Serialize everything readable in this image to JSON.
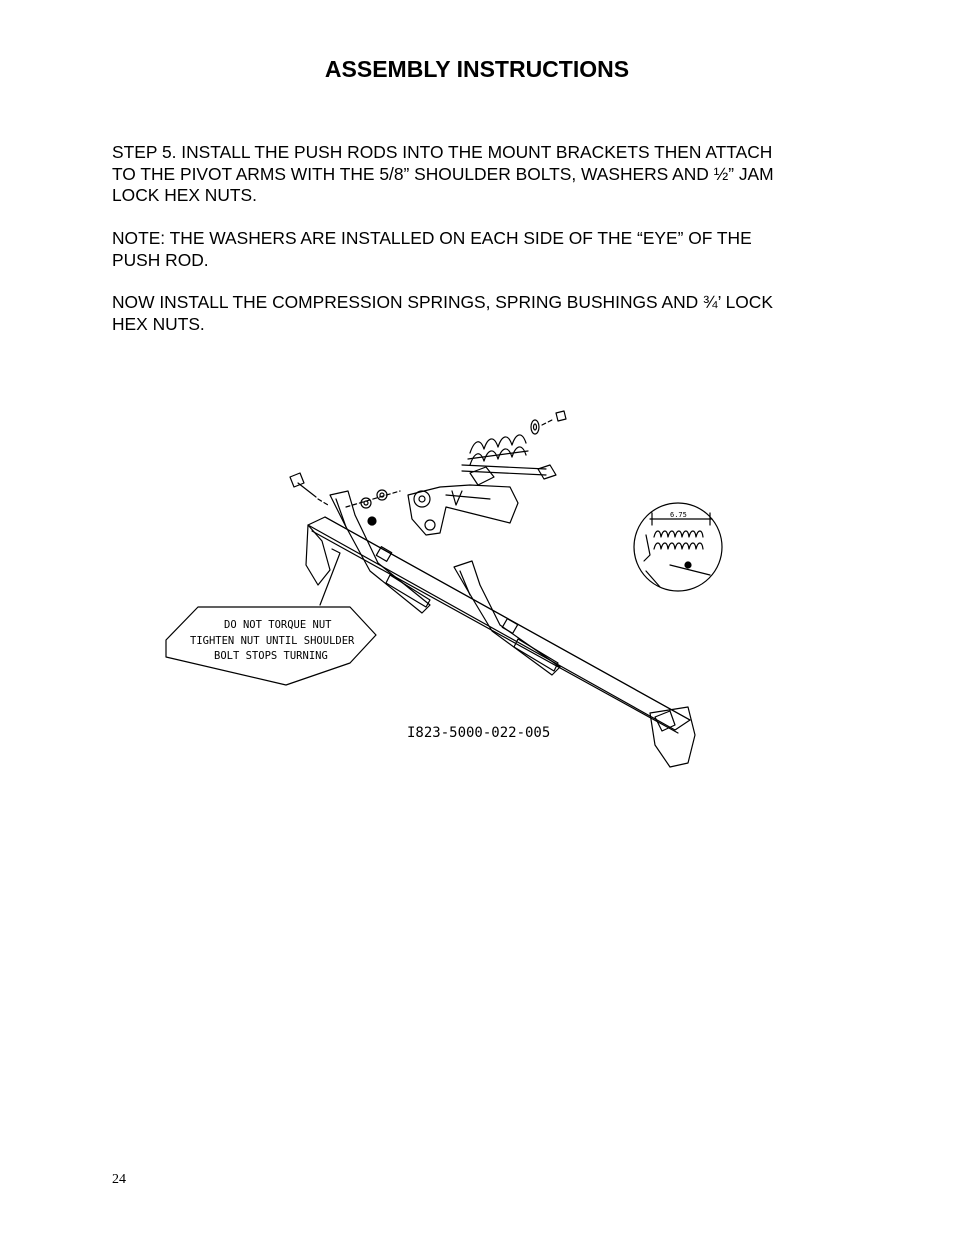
{
  "header": {
    "title": "ASSEMBLY INSTRUCTIONS"
  },
  "body": {
    "step5_lines": [
      "STEP 5.  INSTALL THE PUSH RODS INTO THE MOUNT BRACKETS THEN ATTACH",
      "TO THE PIVOT ARMS WITH THE 5/8” SHOULDER BOLTS, WASHERS AND ½” JAM",
      "LOCK HEX NUTS."
    ],
    "note_lines": [
      "NOTE:  THE WASHERS ARE INSTALLED ON EACH SIDE OF THE “EYE” OF THE",
      "PUSH ROD."
    ],
    "springs_lines": [
      "NOW INSTALL THE COMPRESSION SPRINGS, SPRING BUSHINGS AND ¾’  LOCK",
      "HEX NUTS."
    ]
  },
  "figure": {
    "callout_lines": [
      "DO NOT TORQUE NUT",
      "TIGHTEN NUT UNTIL SHOULDER",
      "BOLT STOPS TURNING"
    ],
    "detail_dimension": "6.75",
    "part_number": "I823-5000-022-005"
  },
  "footer": {
    "page_number": "24"
  }
}
